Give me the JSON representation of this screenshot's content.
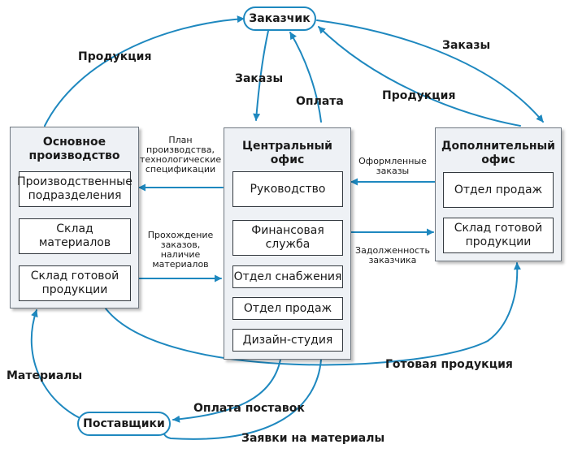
{
  "colors": {
    "arrow": "#1e88bf",
    "box_fill": "#eef1f5",
    "box_border": "#6f7780"
  },
  "nodes": {
    "customer": "Заказчик",
    "suppliers": "Поставщики",
    "main_production": {
      "title": "Основное производство",
      "items": [
        "Производственные подразделения",
        "Склад материалов",
        "Склад готовой продукции"
      ]
    },
    "central_office": {
      "title": "Центральный офис",
      "items": [
        "Руководство",
        "Финансовая служба",
        "Отдел снабжения",
        "Отдел продаж",
        "Дизайн-студия"
      ]
    },
    "additional_office": {
      "title": "Дополнительный офис",
      "items": [
        "Отдел продаж",
        "Склад готовой продукции"
      ]
    }
  },
  "labels": {
    "products_left": "Продукция",
    "orders_mid": "Заказы",
    "payment": "Оплата",
    "orders_right": "Заказы",
    "products_right": "Продукция",
    "production_plan": "План производства, технологические спецификации",
    "order_tracking": "Прохождение заказов, наличие материалов",
    "formalized_orders": "Оформленные заказы",
    "customer_debt": "Задолженность заказчика",
    "materials": "Материалы",
    "finished_products": "Готовая продукция",
    "supply_payment": "Оплата поставок",
    "material_requests": "Заявки на материалы"
  }
}
